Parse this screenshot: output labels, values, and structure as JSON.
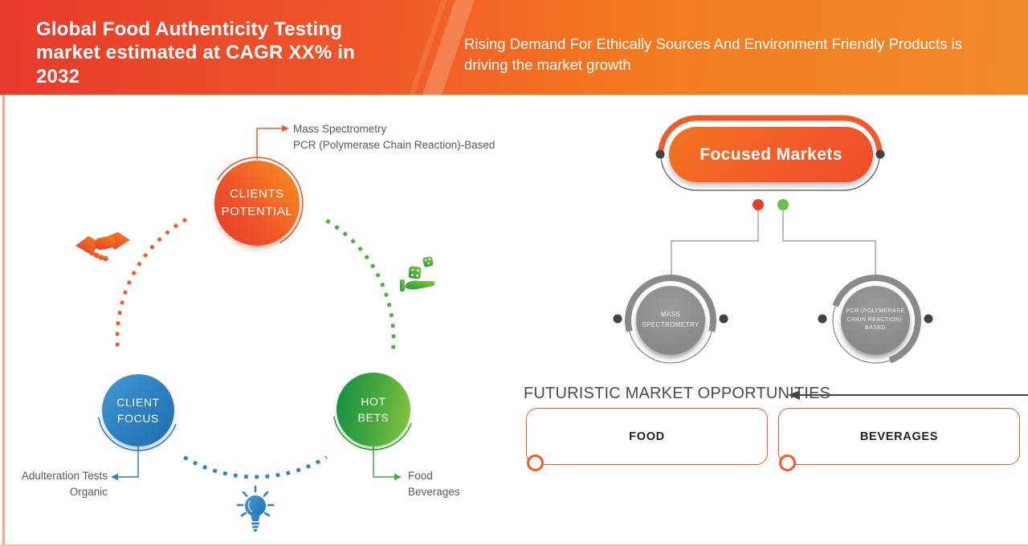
{
  "header": {
    "title": "Global Food Authenticity Testing market estimated at CAGR XX% in 2032",
    "subtitle": "Rising Demand For Ethically Sources And Environment Friendly Products is driving the market growth"
  },
  "cycle": {
    "clients_potential": {
      "label_line1": "CLIENTS",
      "label_line2": "POTENTIAL"
    },
    "clients_potential_callout": {
      "line1": "Mass Spectrometry",
      "line2": "PCR (Polymerase Chain Reaction)-Based"
    },
    "client_focus": {
      "label_line1": "CLIENT",
      "label_line2": "FOCUS"
    },
    "client_focus_callout": {
      "line1": "Adulteration Tests",
      "line2": "Organic"
    },
    "hot_bets": {
      "label_line1": "HOT",
      "label_line2": "BETS"
    },
    "hot_bets_callout": {
      "line1": "Food",
      "line2": "Beverages"
    }
  },
  "focused_markets": {
    "title": "Focused Markets",
    "node1": {
      "line1": "MASS",
      "line2": "SPECTROMETRY"
    },
    "node2": {
      "line1": "PCR (POLYMERASE",
      "line2": "CHAIN REACTION)-",
      "line3": "BASED"
    }
  },
  "opportunities": {
    "heading": "FUTURISTIC MARKET OPPORTUNITIES",
    "box1": "FOOD",
    "box2": "BEVERAGES"
  },
  "icons": {
    "handshake": "handshake-icon",
    "dice_in_hand": "dice-in-hand-icon",
    "lightbulb": "lightbulb-icon"
  },
  "colors": {
    "accent_orange": "#F15A29",
    "accent_blue": "#2E80BF",
    "accent_green": "#44A93C",
    "gray_node": "#8A8A8A",
    "text_gray": "#58595B",
    "border_salmon": "#F3A78E"
  }
}
